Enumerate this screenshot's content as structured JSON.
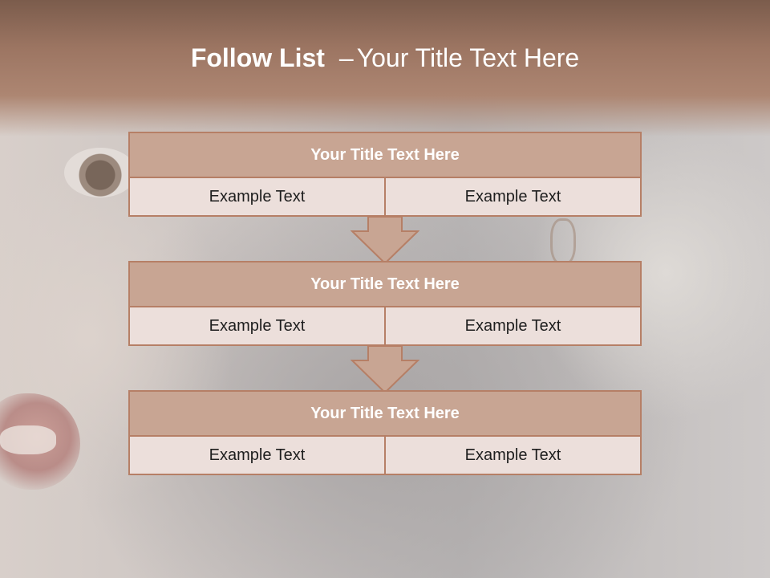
{
  "slide": {
    "title_bold": "Follow List",
    "title_dash": "–",
    "title_rest": "Your Title Text Here"
  },
  "blocks": [
    {
      "heading": "Your Title Text Here",
      "cells": [
        "Example Text",
        "Example Text"
      ]
    },
    {
      "heading": "Your Title Text Here",
      "cells": [
        "Example Text",
        "Example Text"
      ]
    },
    {
      "heading": "Your Title Text Here",
      "cells": [
        "Example Text",
        "Example Text"
      ]
    }
  ],
  "colors": {
    "header_band": "#9c7562",
    "block_head": "#c8a593",
    "block_border": "#b67f66",
    "block_body": "#ecdfdb",
    "arrow_fill": "#c8a593"
  }
}
